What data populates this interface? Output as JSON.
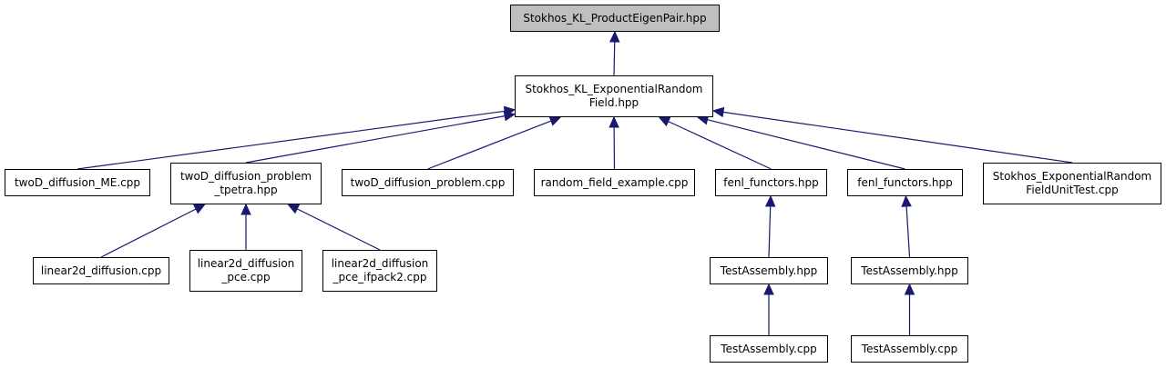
{
  "colors": {
    "edge": "#191970",
    "root_fill": "#bfbfbf",
    "node_fill": "#ffffff",
    "border": "#000000"
  },
  "nodes": {
    "root": [
      "Stokhos_KL_ProductEigenPair.hpp"
    ],
    "exp_field": [
      "Stokhos_KL_ExponentialRandom",
      "Field.hpp"
    ],
    "twod_me": [
      "twoD_diffusion_ME.cpp"
    ],
    "twod_tpetra": [
      "twoD_diffusion_problem",
      "_tpetra.hpp"
    ],
    "twod_problem": [
      "twoD_diffusion_problem.cpp"
    ],
    "random_field": [
      "random_field_example.cpp"
    ],
    "fenl1": [
      "fenl_functors.hpp"
    ],
    "fenl2": [
      "fenl_functors.hpp"
    ],
    "exp_unit": [
      "Stokhos_ExponentialRandom",
      "FieldUnitTest.cpp"
    ],
    "lin_diff": [
      "linear2d_diffusion.cpp"
    ],
    "lin_pce": [
      "linear2d_diffusion",
      "_pce.cpp"
    ],
    "lin_ifpack": [
      "linear2d_diffusion",
      "_pce_ifpack2.cpp"
    ],
    "ta_hpp1": [
      "TestAssembly.hpp"
    ],
    "ta_hpp2": [
      "TestAssembly.hpp"
    ],
    "ta_cpp1": [
      "TestAssembly.cpp"
    ],
    "ta_cpp2": [
      "TestAssembly.cpp"
    ]
  },
  "edges": [
    [
      "exp_field",
      "root"
    ],
    [
      "twod_me",
      "exp_field"
    ],
    [
      "twod_tpetra",
      "exp_field"
    ],
    [
      "twod_problem",
      "exp_field"
    ],
    [
      "random_field",
      "exp_field"
    ],
    [
      "fenl1",
      "exp_field"
    ],
    [
      "fenl2",
      "exp_field"
    ],
    [
      "exp_unit",
      "exp_field"
    ],
    [
      "lin_diff",
      "twod_tpetra"
    ],
    [
      "lin_pce",
      "twod_tpetra"
    ],
    [
      "lin_ifpack",
      "twod_tpetra"
    ],
    [
      "ta_hpp1",
      "fenl1"
    ],
    [
      "ta_hpp2",
      "fenl2"
    ],
    [
      "ta_cpp1",
      "ta_hpp1"
    ],
    [
      "ta_cpp2",
      "ta_hpp2"
    ]
  ]
}
